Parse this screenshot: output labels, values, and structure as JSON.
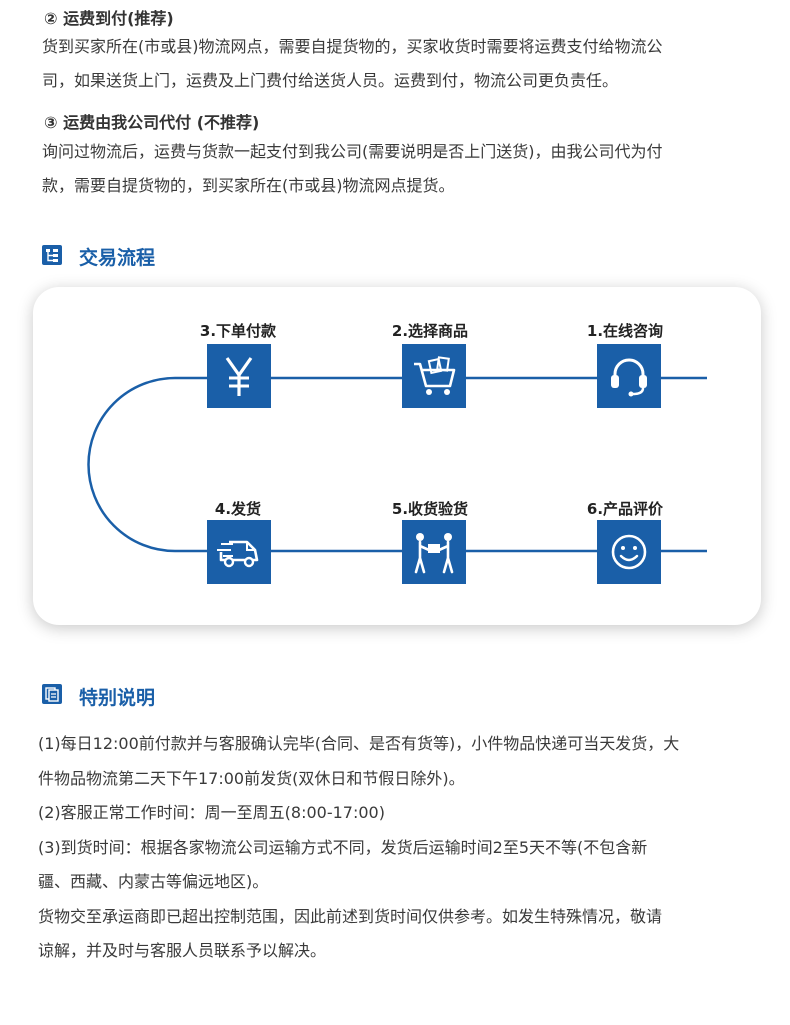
{
  "shipping": {
    "option2_title": "② 运费到付(推荐)",
    "option2_lines": [
      "货到买家所在(市或县)物流网点，需要自提货物的，买家收货时需要将运费支付给物流公",
      "司，如果送货上门，运费及上门费付给送货人员。运费到付，物流公司更负责任。"
    ],
    "option3_title": "③ 运费由我公司代付 (不推荐)",
    "option3_lines": [
      "询问过物流后，运费与货款一起支付到我公司(需要说明是否上门送货)，由我公司代为付",
      "款，需要自提货物的，到买家所在(市或县)物流网点提货。"
    ]
  },
  "process": {
    "title": "交易流程",
    "title_icon": "flow-icon",
    "accent_color": "#1a5fa8",
    "steps": [
      {
        "label": "1.在线咨询",
        "icon": "headset-icon"
      },
      {
        "label": "2.选择商品",
        "icon": "shopping-cart-icon"
      },
      {
        "label": "3.下单付款",
        "icon": "yen-icon"
      },
      {
        "label": "4.发货",
        "icon": "delivery-truck-icon"
      },
      {
        "label": "5.收货验货",
        "icon": "handover-icon"
      },
      {
        "label": "6.产品评价",
        "icon": "smile-icon"
      }
    ]
  },
  "notes": {
    "title": "特别说明",
    "title_icon": "document-icon",
    "lines": [
      "(1)每日12:00前付款并与客服确认完毕(合同、是否有货等)，小件物品快递可当天发货，大",
      "件物品物流第二天下午17:00前发货(双休日和节假日除外)。",
      "(2)客服正常工作时间：周一至周五(8:00-17:00)",
      "(3)到货时间：根据各家物流公司运输方式不同，发货后运输时间2至5天不等(不包含新",
      "疆、西藏、内蒙古等偏远地区)。",
      "货物交至承运商即已超出控制范围，因此前述到货时间仅供参考。如发生特殊情况，敬请",
      "谅解，并及时与客服人员联系予以解决。"
    ]
  }
}
